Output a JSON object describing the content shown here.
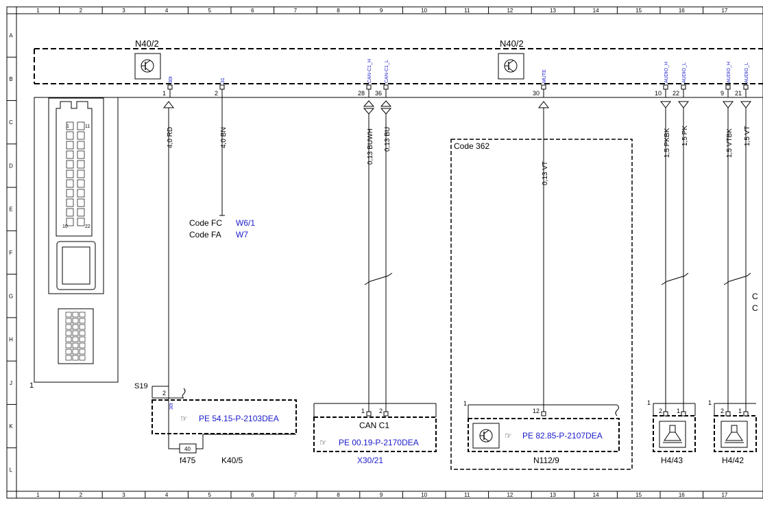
{
  "grid": {
    "cols": [
      "1",
      "2",
      "3",
      "4",
      "5",
      "6",
      "7",
      "8",
      "9",
      "10",
      "11",
      "12",
      "13",
      "14",
      "15",
      "16",
      "17"
    ],
    "rows": [
      "A",
      "B",
      "C",
      "D",
      "E",
      "F",
      "G",
      "H",
      "J",
      "K",
      "L"
    ]
  },
  "components": {
    "n40_left": "N40/2",
    "n40_right": "N40/2",
    "connector_1": "1",
    "s19": "S19",
    "k40_5": "K40/5",
    "f475": "f475",
    "fuse_value": "40",
    "x30_21": "X30/21",
    "can_c1": "CAN C1",
    "n112_9": "N112/9",
    "h4_43": "H4/43",
    "h4_42": "H4/42",
    "code_362": "Code 362"
  },
  "pins": [
    {
      "num": "1",
      "name": "30t"
    },
    {
      "num": "2",
      "name": "31"
    },
    {
      "num": "28",
      "name": "CAN-C1_H"
    },
    {
      "num": "36",
      "name": "CAN-C1_L"
    },
    {
      "num": "30",
      "name": "MUTE"
    },
    {
      "num": "10",
      "name": "AUDIO_H"
    },
    {
      "num": "22",
      "name": "AUDIO_L"
    },
    {
      "num": "9",
      "name": "AUDIO_H"
    },
    {
      "num": "21",
      "name": "AUDIO_L"
    }
  ],
  "wires": {
    "w1": "4,0 RD",
    "w2": "4,0 BN",
    "w3": "0,13 BUWH",
    "w4": "0,13 BU",
    "w5": "0,13 VT",
    "w6": "1,5 PKBK",
    "w7": "1,5 PK",
    "w8": "1,5 VTBK",
    "w9": "1,5 VT"
  },
  "codes": [
    {
      "code": "Code FC",
      "ref": "W6/1"
    },
    {
      "code": "Code FA",
      "ref": "W7"
    }
  ],
  "refs": {
    "pe_k40": "PE 54.15-P-2103DEA",
    "pe_x30": "PE 00.19-P-2170DEA",
    "pe_n112": "PE 82.85-P-2107DEA"
  },
  "small_pins": {
    "s19_2": "2",
    "s19_30t": "30t",
    "x30_1": "1",
    "x30_2": "2",
    "n112_1": "1",
    "n112_12": "12",
    "h43_1": "1",
    "h43_2": "2",
    "h43_1b": "1",
    "h42_1": "1",
    "h42_2": "2",
    "h42_1b": "1",
    "conn_1": "1",
    "conn_11": "11",
    "conn_10": "10",
    "conn_22": "22"
  },
  "edge_text": [
    "C",
    "C"
  ]
}
